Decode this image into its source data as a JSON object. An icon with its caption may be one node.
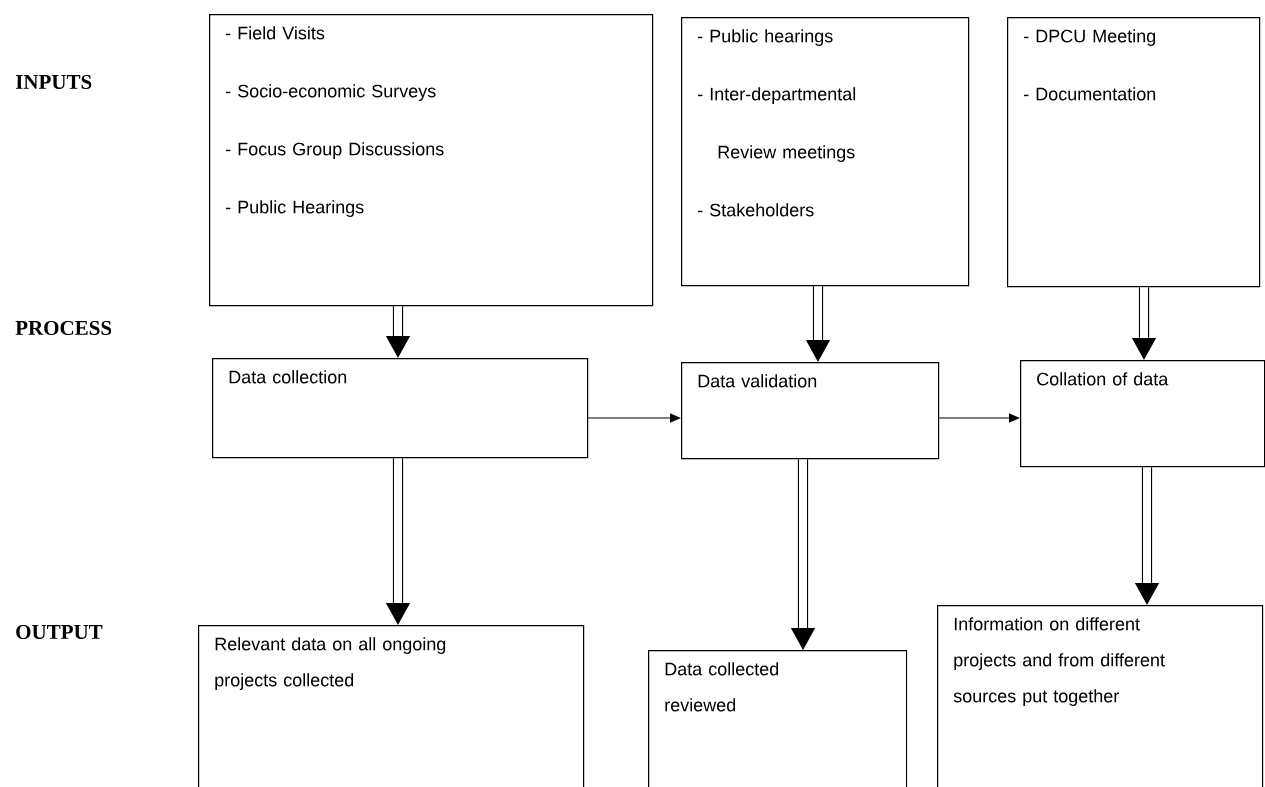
{
  "diagram": {
    "nodes": [
      {
        "text": [
          "- Field Visits",
          "- Socio-economic Surveys",
          "- Focus Group Discussions",
          "- Public Hearings"
        ]
      },
      {
        "text": [
          "- Public hearings",
          "- Inter-departmental",
          "Review meetings",
          "- Stakeholders"
        ]
      },
      {
        "text": [
          "- DPCU Meeting",
          "- Documentation"
        ]
      },
      {
        "text": [
          "Data collection"
        ]
      },
      {
        "text": [
          "Data validation"
        ]
      },
      {
        "text": [
          "Collation of data"
        ]
      },
      {
        "text": [
          "Relevant data on all ongoing projects collected"
        ]
      },
      {
        "text": [
          "Data collected reviewed"
        ]
      },
      {
        "text": [
          "Information on different projects and from different sources put together"
        ]
      }
    ],
    "edges": [
      {
        "from": 0,
        "to": 3,
        "arrow": "to"
      },
      {
        "from": 1,
        "to": 4,
        "arrow": "to"
      },
      {
        "from": 2,
        "to": 5,
        "arrow": "to"
      },
      {
        "from": 3,
        "to": 4,
        "arrow": "to"
      },
      {
        "from": 4,
        "to": 5,
        "arrow": "to"
      },
      {
        "from": 3,
        "to": 6,
        "arrow": "to"
      },
      {
        "from": 4,
        "to": 7,
        "arrow": "to"
      },
      {
        "from": 5,
        "to": 8,
        "arrow": "to"
      }
    ],
    "labels": [
      "INPUTS",
      "PROCESS",
      "OUTPUT"
    ]
  }
}
